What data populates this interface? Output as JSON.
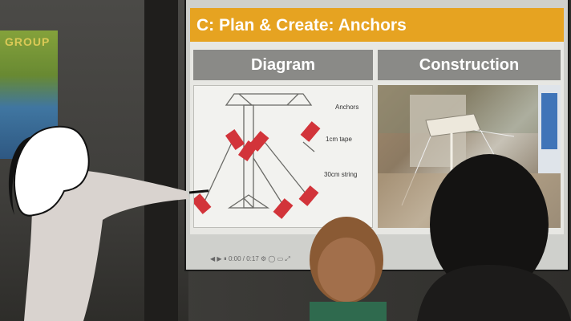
{
  "poster": {
    "label": "GROUP"
  },
  "slide": {
    "title": "C: Plan & Create: Anchors",
    "left_header": "Diagram",
    "right_header": "Construction",
    "labels": {
      "anchors": "Anchors",
      "tape": "1cm tape",
      "string": "30cm string"
    }
  },
  "player": {
    "controls_text": "◀ ▶ ⏸ 0:00 / 0:17 ⚙ ◯ ▭ ⤢"
  },
  "colors": {
    "title_bar": "#e6a321",
    "header_bar": "#8a8a87",
    "anchor": "#d2343a"
  }
}
